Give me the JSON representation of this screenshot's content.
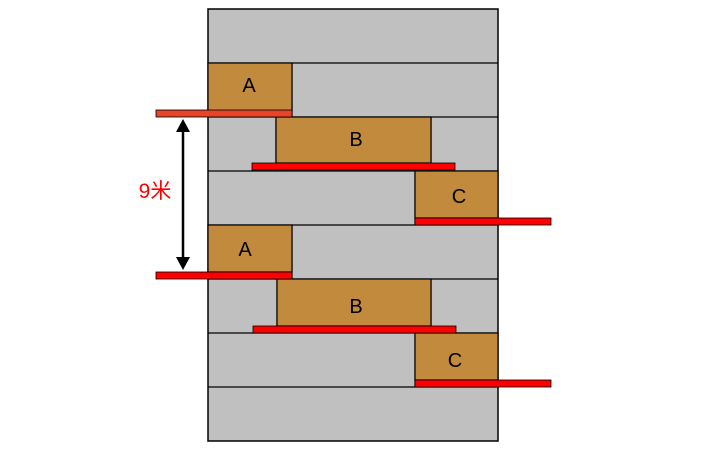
{
  "colors": {
    "wall_gray": "#c0c0c0",
    "block_brown": "#c28a3c",
    "bar_red": "#ff0000",
    "bar_orange_red": "#e8442a",
    "outline": "#000000",
    "dimension_text": "#ff0000"
  },
  "blocks": {
    "a1": "A",
    "b1": "B",
    "c1": "C",
    "a2": "A",
    "b2": "B",
    "c2": "C"
  },
  "dimension": {
    "label": "9米"
  }
}
